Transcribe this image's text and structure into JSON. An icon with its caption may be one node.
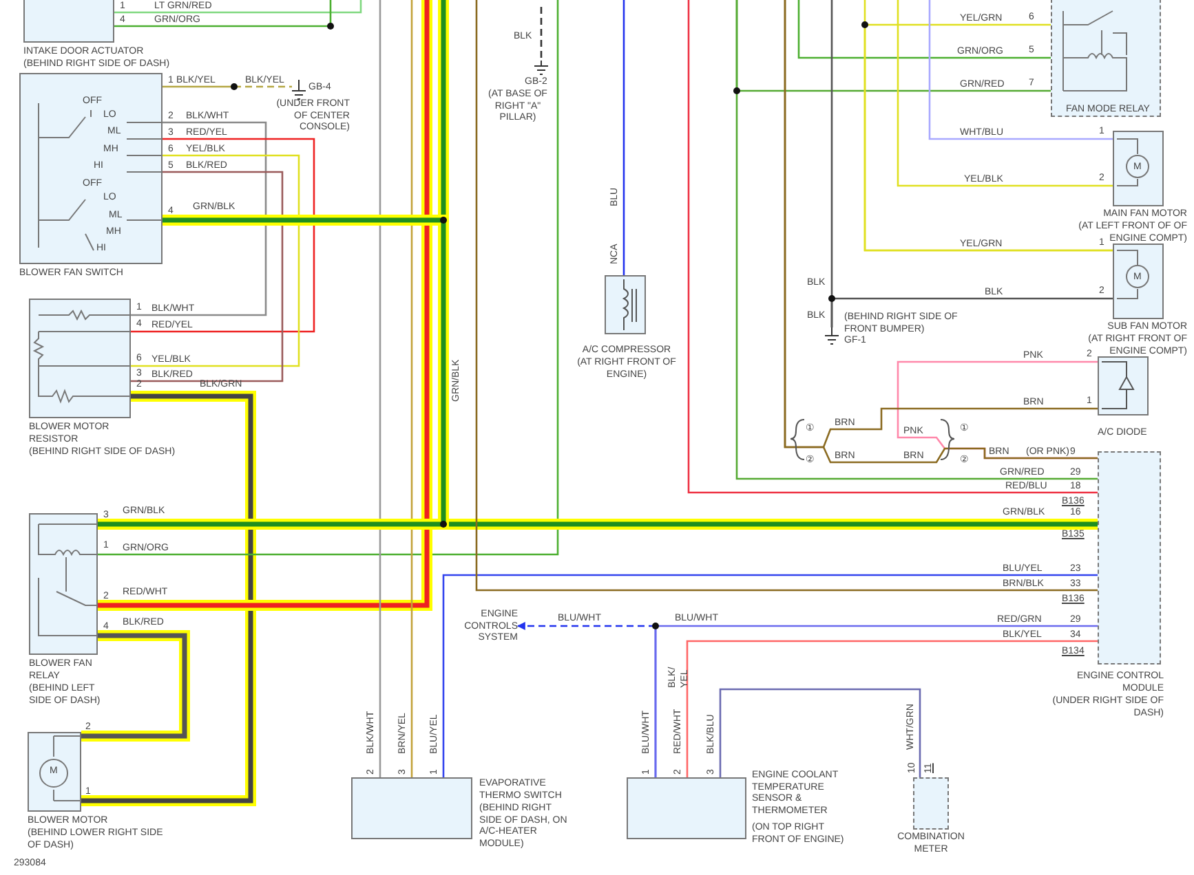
{
  "diagram": {
    "nodes": [
      {
        "text": [
          "INTAKE DOOR ACTUATOR",
          "(BEHIND RIGHT SIDE OF DASH)"
        ],
        "beside": [
          "1",
          "4"
        ]
      },
      {
        "text": [
          "OFF",
          "LO",
          "ML",
          "MH",
          "HI",
          "OFF",
          "LO",
          "ML",
          "MH",
          "HI",
          "BLOWER FAN SWITCH"
        ],
        "beside": [
          "1",
          "2",
          "3",
          "6",
          "5",
          "4"
        ]
      },
      {
        "text": [
          "BLOWER MOTOR RESISTOR",
          "(BEHIND RIGHT SIDE OF DASH)"
        ],
        "beside": [
          "1",
          "4",
          "6",
          "3",
          "2"
        ]
      },
      {
        "text": [
          "BLOWER FAN RELAY",
          "(BEHIND LEFT SIDE OF DASH)"
        ],
        "beside": [
          "3",
          "1",
          "2",
          "4"
        ]
      },
      {
        "text": [
          "M",
          "BLOWER MOTOR",
          "(BEHIND LOWER RIGHT SIDE OF DASH)"
        ],
        "beside": [
          "2",
          "1"
        ]
      },
      {
        "text": [
          "GB-4",
          "(UNDER FRONT OF CENTER CONSOLE)"
        ]
      },
      {
        "text": [
          "GB-2",
          "(AT BASE OF RIGHT \"A\" PILLAR)"
        ]
      },
      {
        "text": [
          "A/C COMPRESSOR",
          "(AT RIGHT FRONT OF ENGINE)"
        ]
      },
      {
        "text": [
          "EVAPORATIVE THERMO SWITCH",
          "(BEHIND RIGHT SIDE OF DASH, ON A/C-HEATER MODULE)"
        ],
        "beside": [
          "2",
          "3",
          "1"
        ]
      },
      {
        "text": [
          "ENGINE CONTROLS SYSTEM"
        ]
      },
      {
        "text": [
          "ENGINE COOLANT TEMPERATURE SENSOR & THERMOMETER",
          "(ON TOP RIGHT FRONT OF ENGINE)"
        ],
        "beside": [
          "1",
          "2",
          "3"
        ]
      },
      {
        "text": [
          "COMBINATION METER"
        ],
        "beside": [
          "10",
          "11"
        ]
      },
      {
        "text": [
          "FAN MODE RELAY"
        ],
        "beside": [
          "6",
          "5",
          "7"
        ]
      },
      {
        "text": [
          "M",
          "MAIN FAN MOTOR",
          "(AT LEFT FRONT OF OF ENGINE COMPT)"
        ]
      },
      {
        "text": [
          "M",
          "SUB FAN MOTOR",
          "(AT RIGHT FRONT OF ENGINE COMPT)"
        ]
      },
      {
        "text": [
          "(BEHIND RIGHT SIDE OF FRONT BUMPER)",
          "GF-1"
        ]
      },
      {
        "text": [
          "A/C DIODE"
        ]
      },
      {
        "text": [
          "ENGINE CONTROL MODULE",
          "(UNDER RIGHT SIDE OF DASH)"
        ],
        "beside": [
          "9",
          "29",
          "18",
          "B136",
          "16",
          "B135",
          "23",
          "33",
          "B136",
          "29",
          "34",
          "B134"
        ]
      }
    ],
    "edges": [
      {
        "from": 0,
        "to": null,
        "arrow": "none",
        "label": "LT GRN/RED",
        "color": "#7fd87f"
      },
      {
        "from": 0,
        "to": null,
        "arrow": "none",
        "label": "GRN/ORG",
        "color": "#4caf30"
      },
      {
        "from": 1,
        "to": 5,
        "arrow": "none",
        "label": "BLK/YEL",
        "style": "dashed",
        "color": "#b5a642"
      },
      {
        "from": 1,
        "to": 2,
        "arrow": "none",
        "label": "BLK/WHT",
        "color": "#8a8a8a"
      },
      {
        "from": 1,
        "to": 2,
        "arrow": "none",
        "label": "RED/YEL",
        "color": "#ee2222"
      },
      {
        "from": 1,
        "to": 2,
        "arrow": "none",
        "label": "YEL/BLK",
        "color": "#e0e020"
      },
      {
        "from": 1,
        "to": 2,
        "arrow": "none",
        "label": "BLK/RED",
        "color": "#9a5a5a"
      },
      {
        "from": 1,
        "to": 17,
        "arrow": "none",
        "label": "GRN/BLK",
        "style": "thick",
        "color": "#1f8f1f"
      },
      {
        "from": 2,
        "to": 4,
        "arrow": "none",
        "label": "BLK/GRN",
        "style": "thick",
        "color": "#444444"
      },
      {
        "from": 3,
        "to": 17,
        "arrow": "none",
        "label": "GRN/BLK",
        "style": "thick",
        "color": "#1f8f1f"
      },
      {
        "from": 3,
        "to": null,
        "arrow": "none",
        "label": "GRN/ORG",
        "color": "#4caf30"
      },
      {
        "from": 3,
        "to": null,
        "arrow": "none",
        "label": "RED/WHT",
        "style": "thick",
        "color": "#ee2222"
      },
      {
        "from": 3,
        "to": 4,
        "arrow": "none",
        "label": "BLK/RED",
        "style": "thick",
        "color": "#555555"
      },
      {
        "from": null,
        "to": 17,
        "arrow": "none",
        "label": "GRN/BLK",
        "style": "thick",
        "color": "#1f8f1f"
      },
      {
        "from": 8,
        "to": null,
        "arrow": "none",
        "label": "BLK/WHT",
        "color": "#999999"
      },
      {
        "from": 8,
        "to": null,
        "arrow": "none",
        "label": "BRN/YEL",
        "color": "#c2a23a"
      },
      {
        "from": 8,
        "to": 17,
        "arrow": "none",
        "label": "BLU/YEL",
        "color": "#3344ee"
      },
      {
        "from": null,
        "to": 17,
        "arrow": "none",
        "label": "BRN/BLK",
        "color": "#8a6a20"
      },
      {
        "from": null,
        "to": 6,
        "arrow": "none",
        "label": "BLK",
        "style": "dashed",
        "color": "#333333"
      },
      {
        "from": null,
        "to": 7,
        "arrow": "none",
        "label": "BLU",
        "color": "#2233ee"
      },
      {
        "from": null,
        "to": 17,
        "arrow": "none",
        "label": "RED/BLU",
        "color": "#ee3344"
      },
      {
        "from": null,
        "to": 17,
        "arrow": "none",
        "label": "GRN/RED",
        "color": "#55aa33"
      },
      {
        "from": null,
        "to": 12,
        "arrow": "none",
        "label": "GRN/RED",
        "color": "#55aa33"
      },
      {
        "from": null,
        "to": 12,
        "arrow": "none",
        "label": "GRN/ORG",
        "color": "#4caf30"
      },
      {
        "from": 12,
        "to": 14,
        "arrow": "none",
        "label": "YEL/GRN",
        "color": "#e0e020"
      },
      {
        "from": null,
        "to": 14,
        "arrow": "none",
        "color": "#e0e020"
      },
      {
        "from": null,
        "to": 13,
        "arrow": "none",
        "label": "WHT/BLU",
        "color": "#a9a9ff"
      },
      {
        "from": null,
        "to": 13,
        "arrow": "none",
        "label": "YEL/BLK",
        "color": "#e0e020"
      },
      {
        "from": null,
        "to": 15,
        "arrow": "none",
        "label": "BLK",
        "color": "#555555"
      },
      {
        "from": 15,
        "to": 14,
        "arrow": "none",
        "label": "BLK",
        "color": "#555555"
      },
      {
        "from": 16,
        "to": 17,
        "arrow": "none",
        "label": "PNK",
        "color": "#ff88aa"
      },
      {
        "from": 16,
        "to": null,
        "arrow": "none",
        "label": "BRN",
        "color": "#8a6a20"
      },
      {
        "from": null,
        "to": 17,
        "arrow": "none",
        "label": "BRN",
        "color": "#8a6a20"
      },
      {
        "from": 10,
        "to": 9,
        "arrow": "to",
        "label": "BLU/WHT",
        "style": "dashed",
        "color": "#2233ee"
      },
      {
        "from": 10,
        "to": 17,
        "arrow": "none",
        "label": "BLU/WHT",
        "color": "#6a6aee"
      },
      {
        "from": 10,
        "to": 17,
        "arrow": "none",
        "label": "RED/WHT",
        "color": "#ff6666"
      },
      {
        "from": 10,
        "to": 11,
        "arrow": "none",
        "label": "BLK/BLU",
        "color": "#6a6ab0"
      },
      {
        "from": 1,
        "to": 3,
        "arrow": "none",
        "style": "thick",
        "color": "#1f8f1f"
      }
    ],
    "labels": [
      "BLK/YEL",
      "BLK/WHT",
      "RED/YEL",
      "YEL/BLK",
      "BLK/RED",
      "YEL/GRN",
      "BLK",
      "NCA",
      "①",
      "BRN",
      "PNK",
      "①",
      "②",
      "BRN",
      "BRN",
      "②",
      "(OR PNK)",
      "GRN/BLK",
      "BLU/YEL",
      "BLU/WHT",
      "BLK/ YEL",
      "RED/GRN",
      "BLK/YEL",
      "WHT/GRN",
      "293084",
      "1",
      "2",
      "1",
      "2",
      "2",
      "1"
    ]
  }
}
